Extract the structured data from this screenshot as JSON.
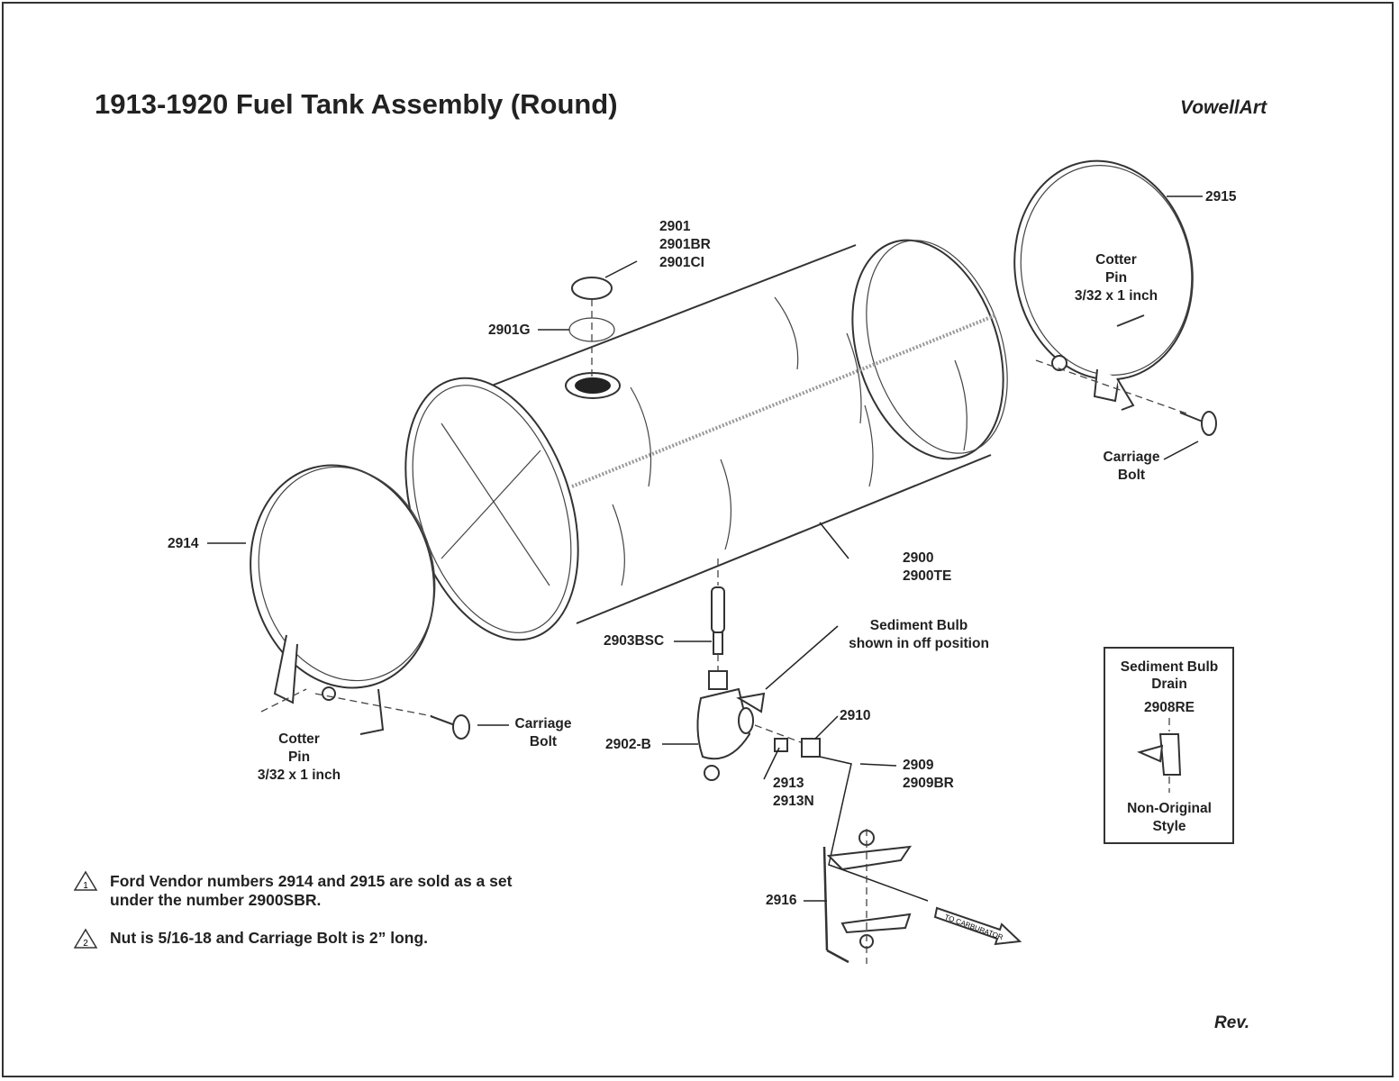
{
  "title": "1913-1920 Fuel Tank Assembly (Round)",
  "brand": "VowellArt",
  "revision": "Rev.",
  "callouts": {
    "cap": [
      "2901",
      "2901BR",
      "2901CI"
    ],
    "gasket": "2901G",
    "tank": [
      "2900",
      "2900TE"
    ],
    "band_left": "2914",
    "band_right": "2915",
    "cotter_right": [
      "Cotter",
      "Pin",
      "3/32 x 1 inch"
    ],
    "carriage_right": [
      "Carriage",
      "Bolt"
    ],
    "cotter_left": [
      "Cotter",
      "Pin",
      "3/32 x 1 inch"
    ],
    "carriage_left": [
      "Carriage",
      "Bolt"
    ],
    "screen": "2903BSC",
    "sediment_note": [
      "Sediment Bulb",
      "shown in off position"
    ],
    "sediment_bulb": "2902-B",
    "nut_2910": "2910",
    "ferrule": [
      "2913",
      "2913N"
    ],
    "fuel_line": [
      "2909",
      "2909BR"
    ],
    "clamp": "2916",
    "to_carburetor": "TO CARBURATOR"
  },
  "inset": {
    "title": [
      "Sediment Bulb",
      "Drain"
    ],
    "part": "2908RE",
    "caption": [
      "Non-Original",
      "Style"
    ]
  },
  "notes": [
    {
      "num": "1",
      "lines": [
        "Ford Vendor numbers 2914 and 2915 are sold as a set",
        "under the number 2900SBR."
      ]
    },
    {
      "num": "2",
      "lines": [
        "Nut is 5/16-18 and Carriage Bolt is 2” long."
      ]
    }
  ]
}
